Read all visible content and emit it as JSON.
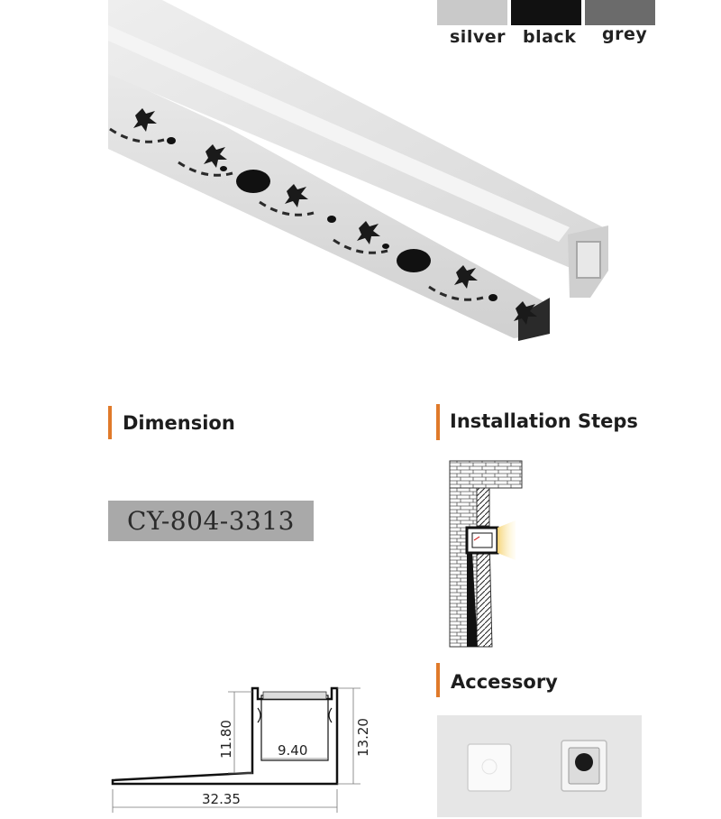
{
  "colors": {
    "accent": "#e07a2a",
    "swatches": [
      {
        "label": "silver",
        "color": "#c9c9c9"
      },
      {
        "label": "black",
        "color": "#111111"
      },
      {
        "label": "grey",
        "color": "#6b6b6b"
      }
    ]
  },
  "sections": {
    "dimension": "Dimension",
    "installation": "Installation Steps",
    "accessory": "Accessory"
  },
  "model": "CY-804-3313",
  "dimensions": {
    "inner_height": "11.80",
    "inner_width": "9.40",
    "outer_height": "13.20",
    "total_width": "32.35"
  }
}
